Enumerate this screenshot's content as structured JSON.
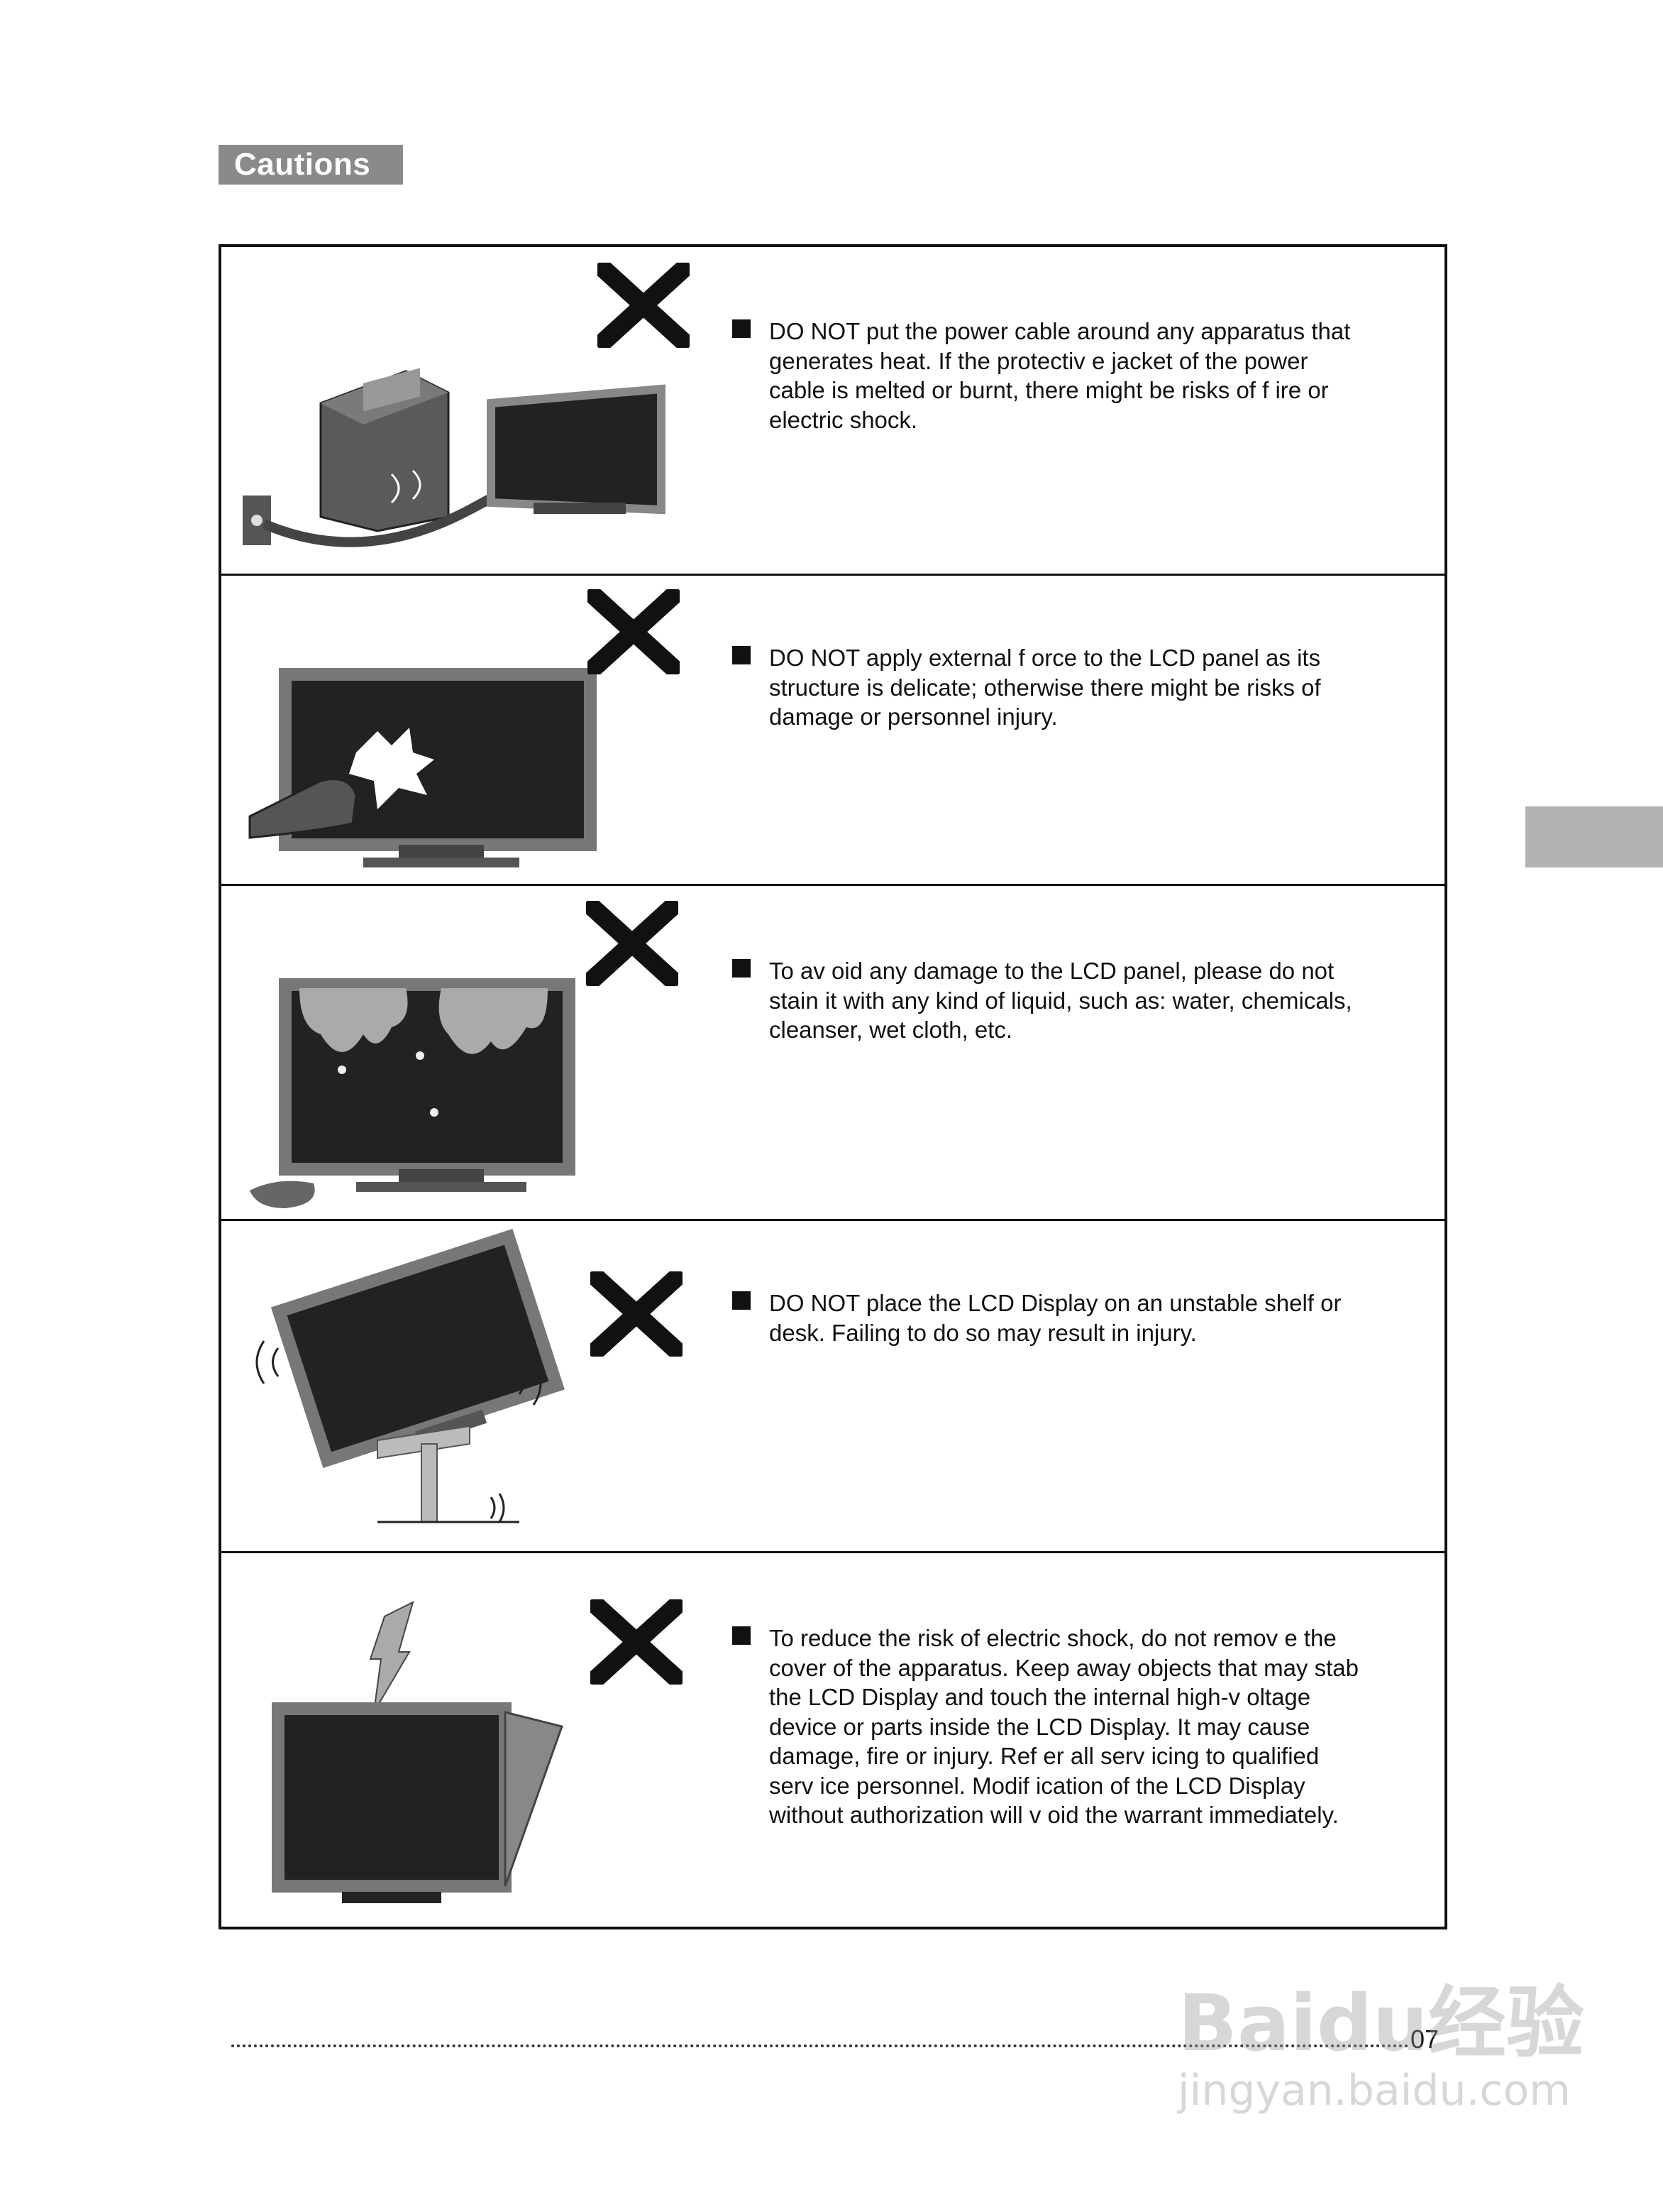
{
  "header": {
    "title": "Cautions"
  },
  "cautions": [
    {
      "text": "DO NOT put the power cable around any apparatus that generates heat. If the protectiv e jacket of the power cable is melted or burnt, there might be risks of f ire or electric shock."
    },
    {
      "text": "DO NOT apply  external f orce to the LCD panel as its structure is delicate; otherwise there might be risks of damage or personnel injury."
    },
    {
      "text": "To av oid any damage to the LCD panel, please do not stain it with any kind of liquid, such as: water, chemicals, cleanser, wet cloth, etc."
    },
    {
      "text": "DO NOT place the LCD Display on an unstable shelf  or desk. Failing to do so may result in injury."
    },
    {
      "text": "To reduce the risk of electric shock, do not remov e the cover of the apparatus. Keep away  objects that may stab the LCD Display and touch the internal high-v oltage device or parts inside the LCD Display. It may cause damage, fire or injury. Ref er all serv icing to qualified serv ice personnel. Modif ication of the LCD Display without authorization will v oid the warrant immediately."
    }
  ],
  "footer": {
    "page_number": "07"
  },
  "watermark": {
    "brand": "Baidu经验",
    "url": "jingyan.baidu.com"
  }
}
